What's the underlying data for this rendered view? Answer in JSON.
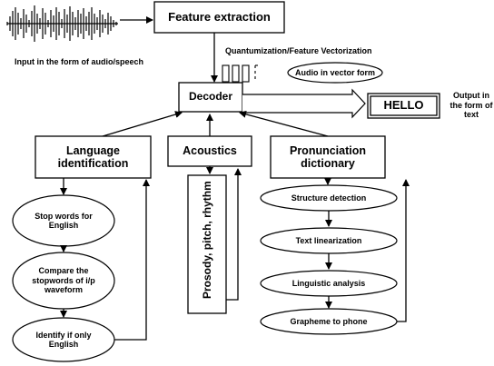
{
  "diagram": {
    "input_label": "Input in the form of audio/speech",
    "feature_extraction": "Feature extraction",
    "quantization_label": "Quantumization/Feature Vectorization",
    "audio_vector": "Audio in vector form",
    "decoder": "Decoder",
    "hello": "HELLO",
    "output_label": "Output in the form of text",
    "language_identification": "Language identification",
    "acoustics": "Acoustics",
    "pronunciation_dictionary": "Pronunciation dictionary",
    "stop_words": "Stop words for English",
    "compare": "Compare the stopwords of i/p waveform",
    "identify": "Identify if only English",
    "prosody": "Prosody, pitch, rhythm",
    "structure_detection": "Structure detection",
    "text_linearization": "Text linearization",
    "linguistic_analysis": "Linguistic analysis",
    "grapheme_to_phone": "Grapheme to phone"
  }
}
